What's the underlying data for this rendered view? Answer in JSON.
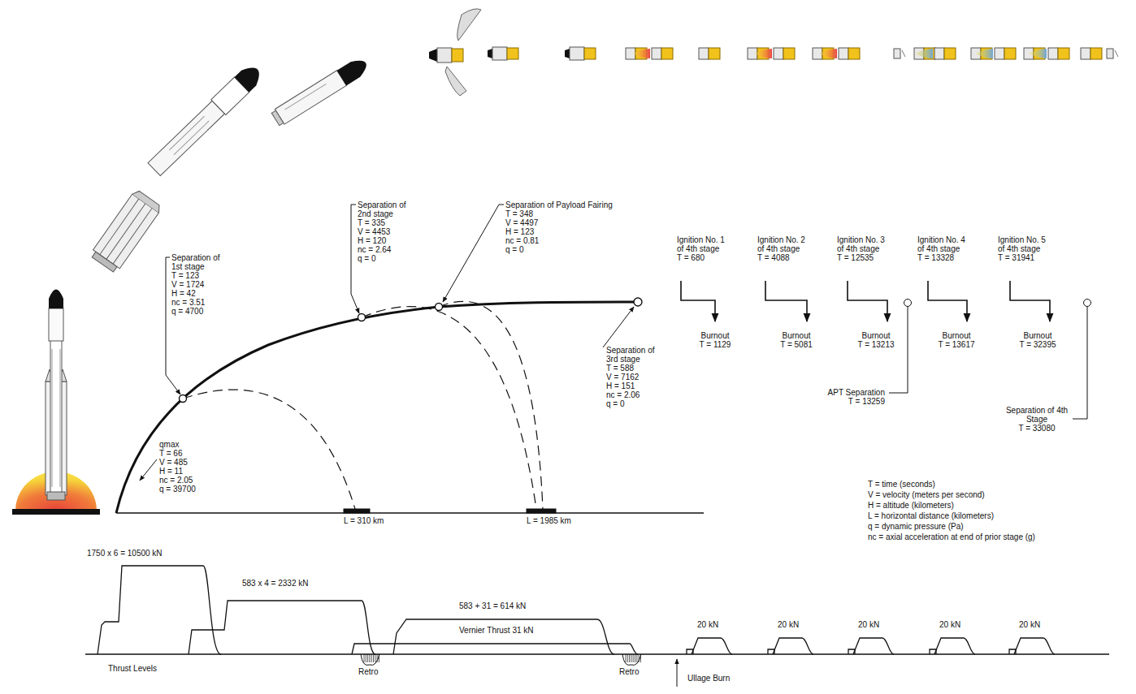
{
  "diagram": {
    "labels": [
      "Separation of 1st stage",
      "T = 123",
      "V = 1724",
      "H = 42",
      "nc = 3.51",
      "q = 4700",
      "qmax",
      "T = 66",
      "V = 485",
      "H = 11",
      "nc = 2.05",
      "q = 39700",
      "Separation of 2nd stage",
      "T = 335",
      "V = 4453",
      "H = 120",
      "nc = 2.64",
      "q = 0",
      "Separation of Payload Fairing",
      "T = 348",
      "V = 4497",
      "H = 123",
      "nc = 0.81",
      "q = 0",
      "Separation of 3rd stage",
      "T = 588",
      "V = 7162",
      "H = 151",
      "nc = 2.06",
      "q = 0",
      "Ignition No. 1 of 4th stage",
      "T = 680",
      "Ignition No. 2 of 4th stage",
      "T = 4088",
      "Ignition No. 3 of 4th stage",
      "T = 12535",
      "Ignition No. 4 of 4th stage",
      "T = 13328",
      "Ignition No. 5 of 4th stage",
      "T = 31941",
      "Burnout",
      "T = 1129",
      "Burnout",
      "T = 5081",
      "Burnout",
      "T = 13213",
      "Burnout",
      "T = 13617",
      "Burnout",
      "T = 32395",
      "APT Separation",
      "T = 13259",
      "Separation of 4th Stage",
      "T = 33080",
      "L = 310 km",
      "L = 1985 km",
      "T = time (seconds)",
      "V = velocity (meters per second)",
      "H = altitude (kilometers)",
      "L = horizontal distance (kilometers)",
      "q = dynamic pressure (Pa)",
      "nc = axial acceleration at end of prior stage (g)",
      "1750 x 6 = 10500 kN",
      "583 x 4 = 2332 kN",
      "583 + 31 = 614 kN",
      "Vernier Thrust 31 kN",
      "20 kN",
      "20 kN",
      "20 kN",
      "20 kN",
      "20 kN",
      "Thrust Levels",
      "Retro",
      "Retro",
      "Ullage Burn"
    ]
  }
}
